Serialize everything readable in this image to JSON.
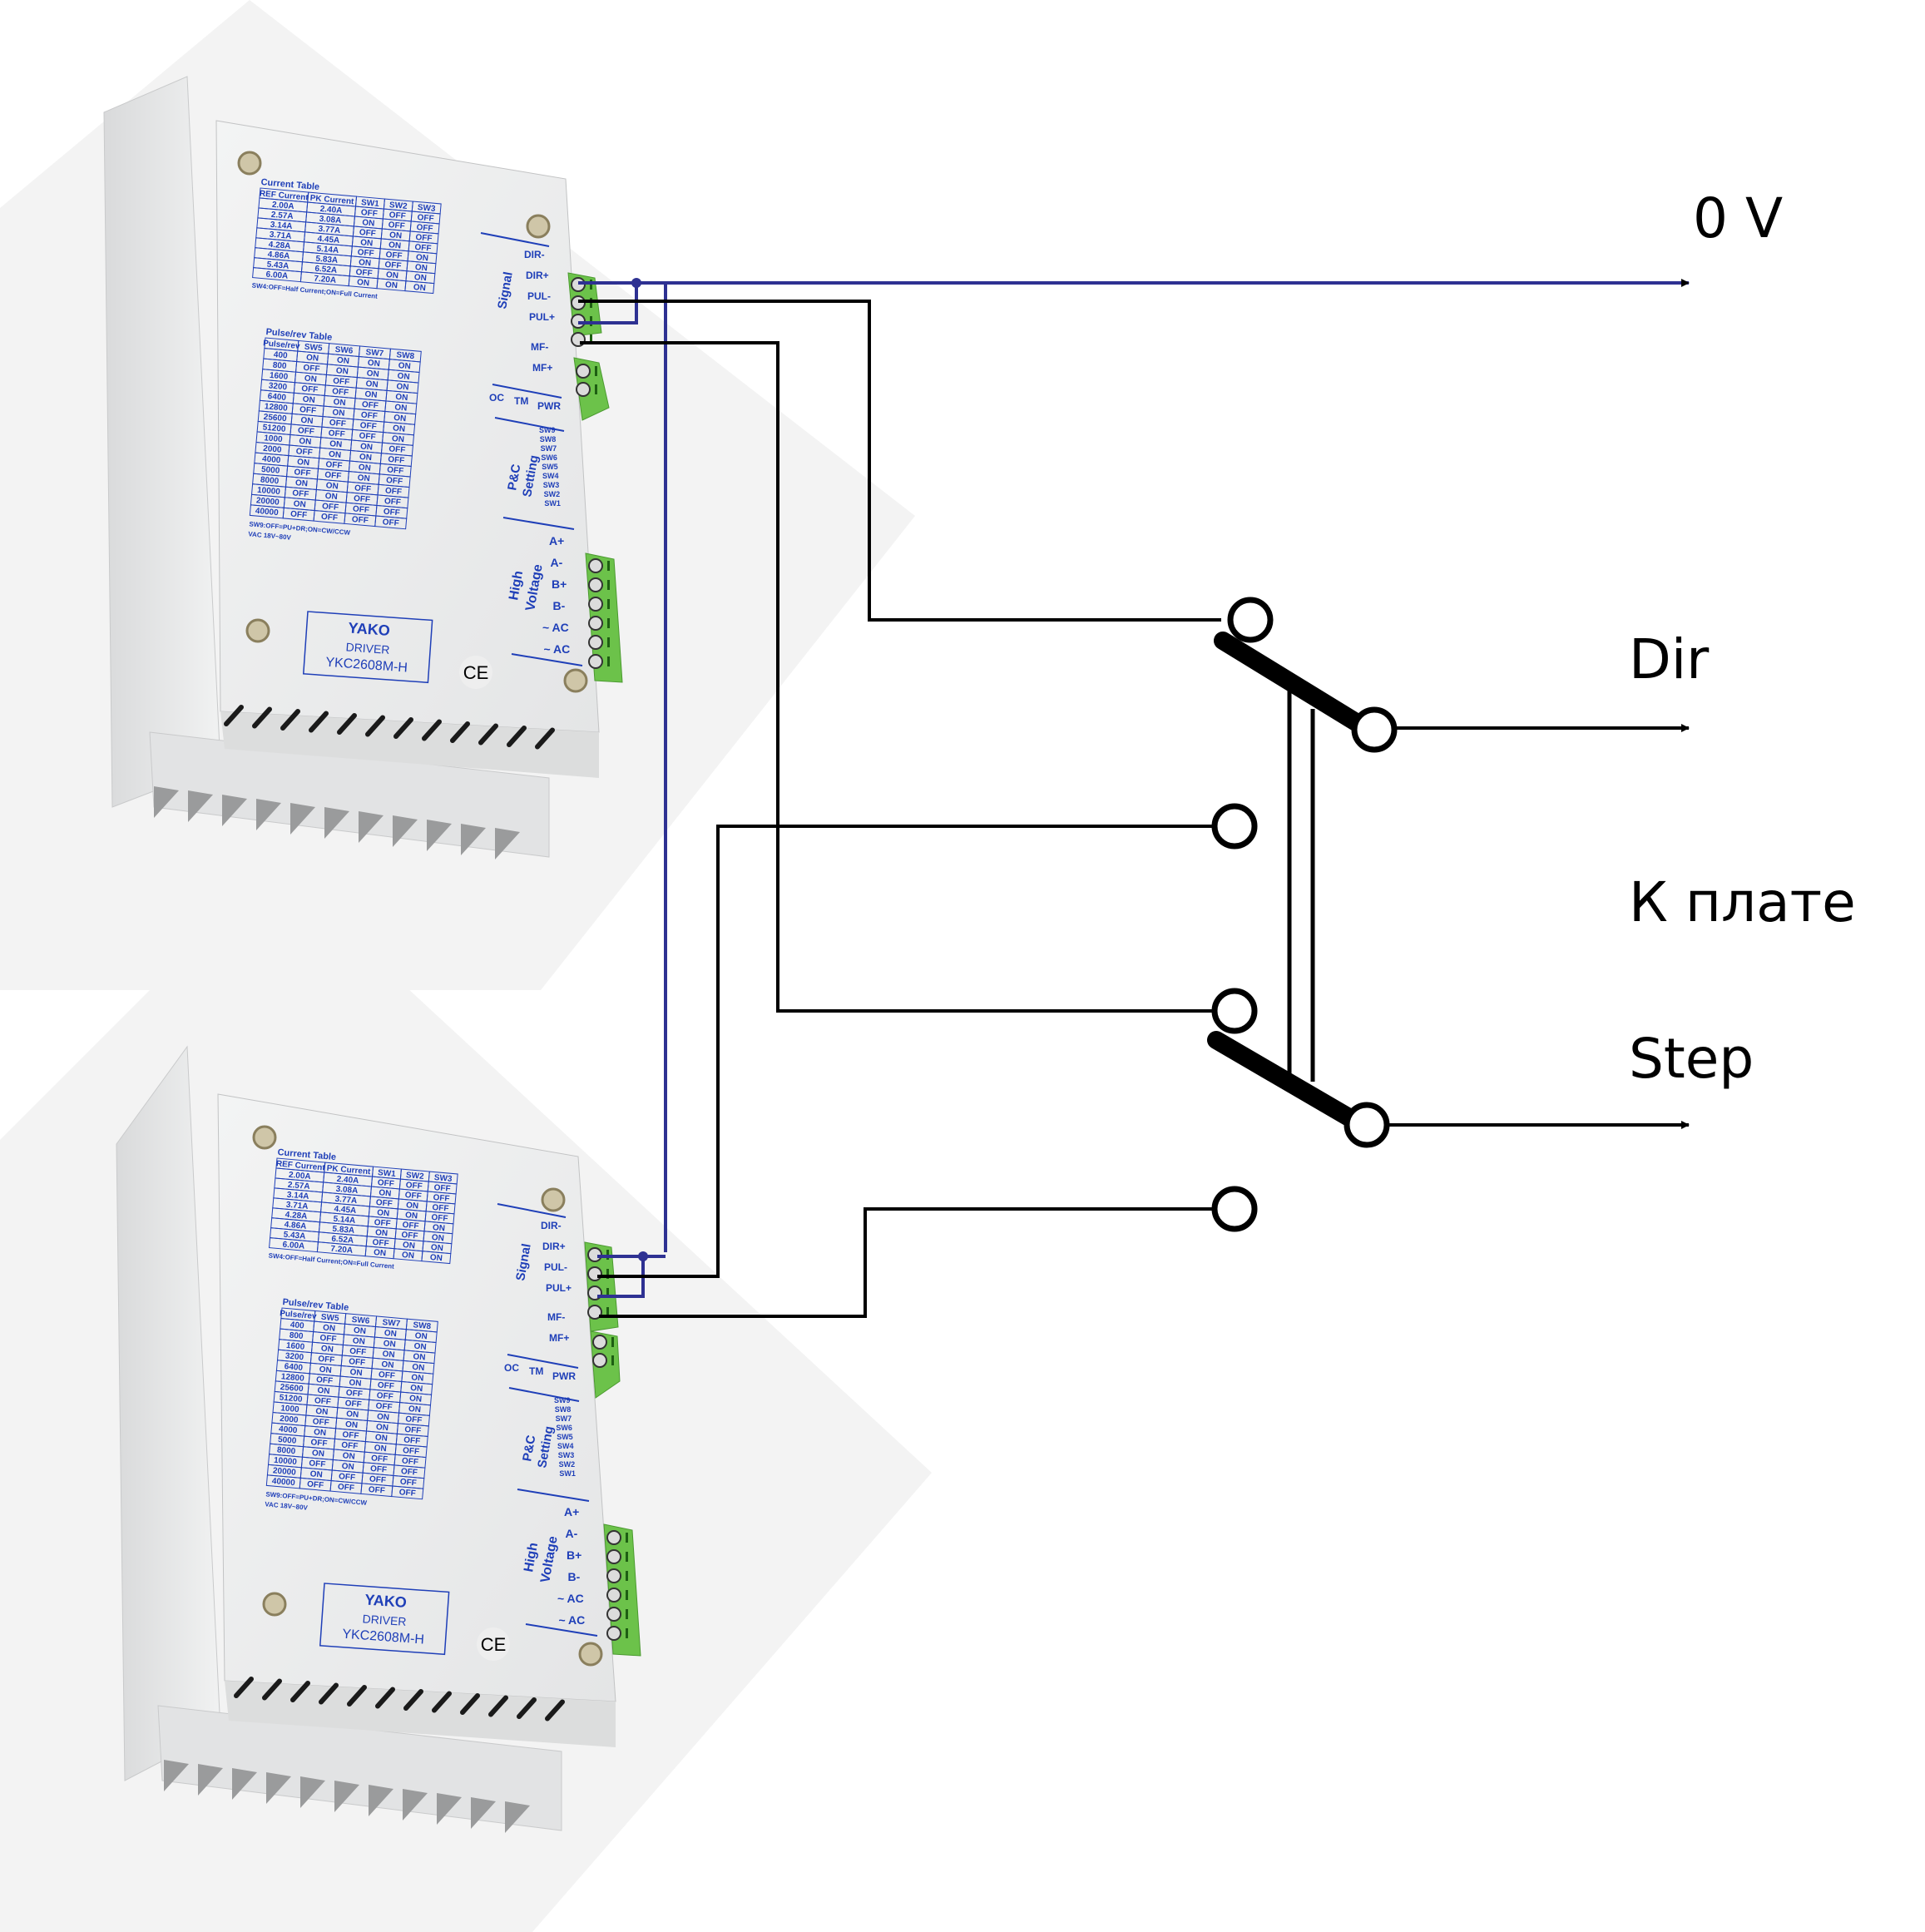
{
  "diagram": {
    "title_labels": {
      "ground": "0 V",
      "dir": "Dir",
      "board": "К плате",
      "step": "Step"
    },
    "colors": {
      "ground_wire": "#2e3192",
      "signal_wire": "#000000",
      "terminal_green": "#6cc24a",
      "panel_blue": "#1f3fb8",
      "case_gray": "#e6e7e8"
    },
    "switch": {
      "type": "DPDT toggle switch",
      "poles": 2,
      "pole_labels": [
        "Dir",
        "Step"
      ]
    },
    "drivers": [
      {
        "id": "upper",
        "brand": "YAKO",
        "type_label": "DRIVER",
        "model": "YKC2608M-H",
        "vac": "VAC 18V~80V",
        "ce": "CE",
        "signal_group": "Signal",
        "signal_pins": [
          "DIR-",
          "DIR+",
          "PUL-",
          "PUL+",
          "MF-",
          "MF+"
        ],
        "status_leds": [
          "OC",
          "TM",
          "PWR"
        ],
        "setting_group": [
          "P&C",
          "Setting"
        ],
        "switches": [
          "SW9",
          "SW8",
          "SW7",
          "SW6",
          "SW5",
          "SW4",
          "SW3",
          "SW2",
          "SW1"
        ],
        "power_group": [
          "High",
          "Voltage"
        ],
        "power_pins": [
          "A+",
          "A-",
          "B+",
          "B-",
          "~ AC",
          "~ AC"
        ]
      },
      {
        "id": "lower",
        "brand": "YAKO",
        "type_label": "DRIVER",
        "model": "YKC2608M-H",
        "vac": "VAC 18V~80V",
        "ce": "CE",
        "signal_group": "Signal",
        "signal_pins": [
          "DIR-",
          "DIR+",
          "PUL-",
          "PUL+",
          "MF-",
          "MF+"
        ],
        "status_leds": [
          "OC",
          "TM",
          "PWR"
        ],
        "setting_group": [
          "P&C",
          "Setting"
        ],
        "switches": [
          "SW9",
          "SW8",
          "SW7",
          "SW6",
          "SW5",
          "SW4",
          "SW3",
          "SW2",
          "SW1"
        ],
        "power_group": [
          "High",
          "Voltage"
        ],
        "power_pins": [
          "A+",
          "A-",
          "B+",
          "B-",
          "~ AC",
          "~ AC"
        ]
      }
    ],
    "current_table": {
      "title": "Current Table",
      "headers": [
        "REF Current",
        "PK Current",
        "SW1",
        "SW2",
        "SW3"
      ],
      "rows": [
        [
          "2.00A",
          "2.40A",
          "OFF",
          "OFF",
          "OFF"
        ],
        [
          "2.57A",
          "3.08A",
          "ON",
          "OFF",
          "OFF"
        ],
        [
          "3.14A",
          "3.77A",
          "OFF",
          "ON",
          "OFF"
        ],
        [
          "3.71A",
          "4.45A",
          "ON",
          "ON",
          "OFF"
        ],
        [
          "4.28A",
          "5.14A",
          "OFF",
          "OFF",
          "ON"
        ],
        [
          "4.86A",
          "5.83A",
          "ON",
          "OFF",
          "ON"
        ],
        [
          "5.43A",
          "6.52A",
          "OFF",
          "ON",
          "ON"
        ],
        [
          "6.00A",
          "7.20A",
          "ON",
          "ON",
          "ON"
        ]
      ],
      "note": "SW4:OFF=Half Current;ON=Full Current"
    },
    "pulse_table": {
      "title": "Pulse/rev  Table",
      "headers": [
        "Pulse/rev",
        "SW5",
        "SW6",
        "SW7",
        "SW8"
      ],
      "rows": [
        [
          "400",
          "ON",
          "ON",
          "ON",
          "ON"
        ],
        [
          "800",
          "OFF",
          "ON",
          "ON",
          "ON"
        ],
        [
          "1600",
          "ON",
          "OFF",
          "ON",
          "ON"
        ],
        [
          "3200",
          "OFF",
          "OFF",
          "ON",
          "ON"
        ],
        [
          "6400",
          "ON",
          "ON",
          "OFF",
          "ON"
        ],
        [
          "12800",
          "OFF",
          "ON",
          "OFF",
          "ON"
        ],
        [
          "25600",
          "ON",
          "OFF",
          "OFF",
          "ON"
        ],
        [
          "51200",
          "OFF",
          "OFF",
          "OFF",
          "ON"
        ],
        [
          "1000",
          "ON",
          "ON",
          "ON",
          "OFF"
        ],
        [
          "2000",
          "OFF",
          "ON",
          "ON",
          "OFF"
        ],
        [
          "4000",
          "ON",
          "OFF",
          "ON",
          "OFF"
        ],
        [
          "5000",
          "OFF",
          "OFF",
          "ON",
          "OFF"
        ],
        [
          "8000",
          "ON",
          "ON",
          "OFF",
          "OFF"
        ],
        [
          "10000",
          "OFF",
          "ON",
          "OFF",
          "OFF"
        ],
        [
          "20000",
          "ON",
          "OFF",
          "OFF",
          "OFF"
        ],
        [
          "40000",
          "OFF",
          "OFF",
          "OFF",
          "OFF"
        ]
      ],
      "note": "SW9:OFF=PU+DR;ON=CW/CCW"
    }
  }
}
